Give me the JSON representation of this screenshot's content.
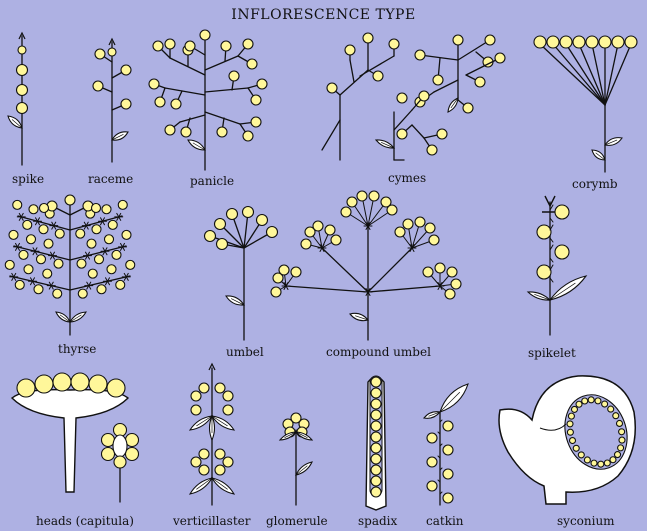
{
  "title": "INFLORESCENCE TYPE",
  "colors": {
    "background": "#aeb1e3",
    "flower": "#fff79a",
    "stroke": "#111111"
  },
  "labels": {
    "spike": "spike",
    "raceme": "raceme",
    "panicle": "panicle",
    "cymes": "cymes",
    "corymb": "corymb",
    "thyrse": "thyrse",
    "umbel": "umbel",
    "compound_umbel": "compound umbel",
    "spikelet": "spikelet",
    "heads": "heads (capitula)",
    "verticillaster": "verticillaster",
    "glomerule": "glomerule",
    "spadix": "spadix",
    "catkin": "catkin",
    "syconium": "syconium"
  }
}
